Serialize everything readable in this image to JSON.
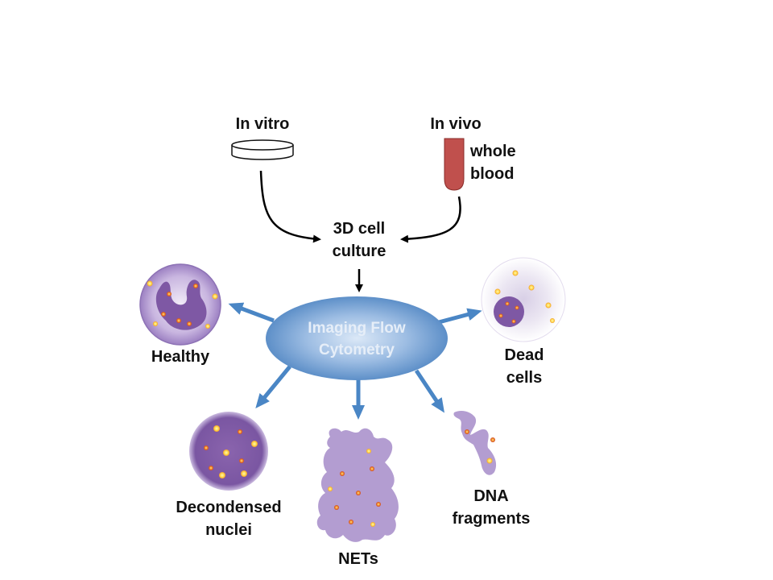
{
  "labels": {
    "in_vitro": "In vitro",
    "in_vivo": "In vivo",
    "whole_blood": [
      "whole",
      "blood"
    ],
    "culture": [
      "3D cell",
      "culture"
    ],
    "center": [
      "Imaging Flow",
      "Cytometry"
    ],
    "healthy": "Healthy",
    "dead_cells": [
      "Dead",
      "cells"
    ],
    "decondensed": [
      "Decondensed",
      "nuclei"
    ],
    "nets": "NETs",
    "dna_fragments": [
      "DNA",
      "fragments"
    ]
  },
  "colors": {
    "arrow_blue": "#4a86c5",
    "ellipse_light": "#cfe0f3",
    "ellipse_dark": "#5d8fc8",
    "nucleus_purple": "#7e58a4",
    "cell_lavender": "#b39dd1",
    "blood_red": "#c0504d",
    "granule_yellow": "#ffd84d"
  }
}
